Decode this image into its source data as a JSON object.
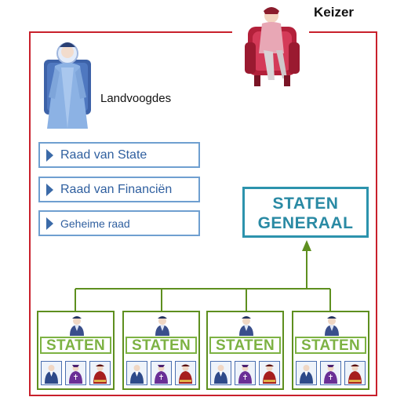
{
  "keizer": {
    "label": "Keizer"
  },
  "landvoogdes": {
    "label": "Landvoogdes"
  },
  "councils": [
    {
      "label": "Raad van State"
    },
    {
      "label": "Raad van Financiën"
    },
    {
      "label": "Geheime raad"
    }
  ],
  "staten_generaal": {
    "line1": "STATEN",
    "line2": "GENERAAL"
  },
  "provinces": [
    {
      "label": "STATEN"
    },
    {
      "label": "STATEN"
    },
    {
      "label": "STATEN"
    },
    {
      "label": "STATEN"
    }
  ],
  "colors": {
    "frame": "#c8202c",
    "council_border": "#6f9fd0",
    "council_text": "#2f5f9f",
    "staten_generaal": "#2c93ad",
    "province_border": "#5e8f1f",
    "staten_text": "#7db243",
    "connector": "#5e8f1f"
  },
  "icons": {
    "keizer": "emperor-on-throne-icon",
    "landvoogdes": "governess-seated-icon",
    "governor": "governor-figure-icon",
    "estates": [
      "nobility-icon",
      "clergy-icon",
      "burgher-icon"
    ]
  }
}
